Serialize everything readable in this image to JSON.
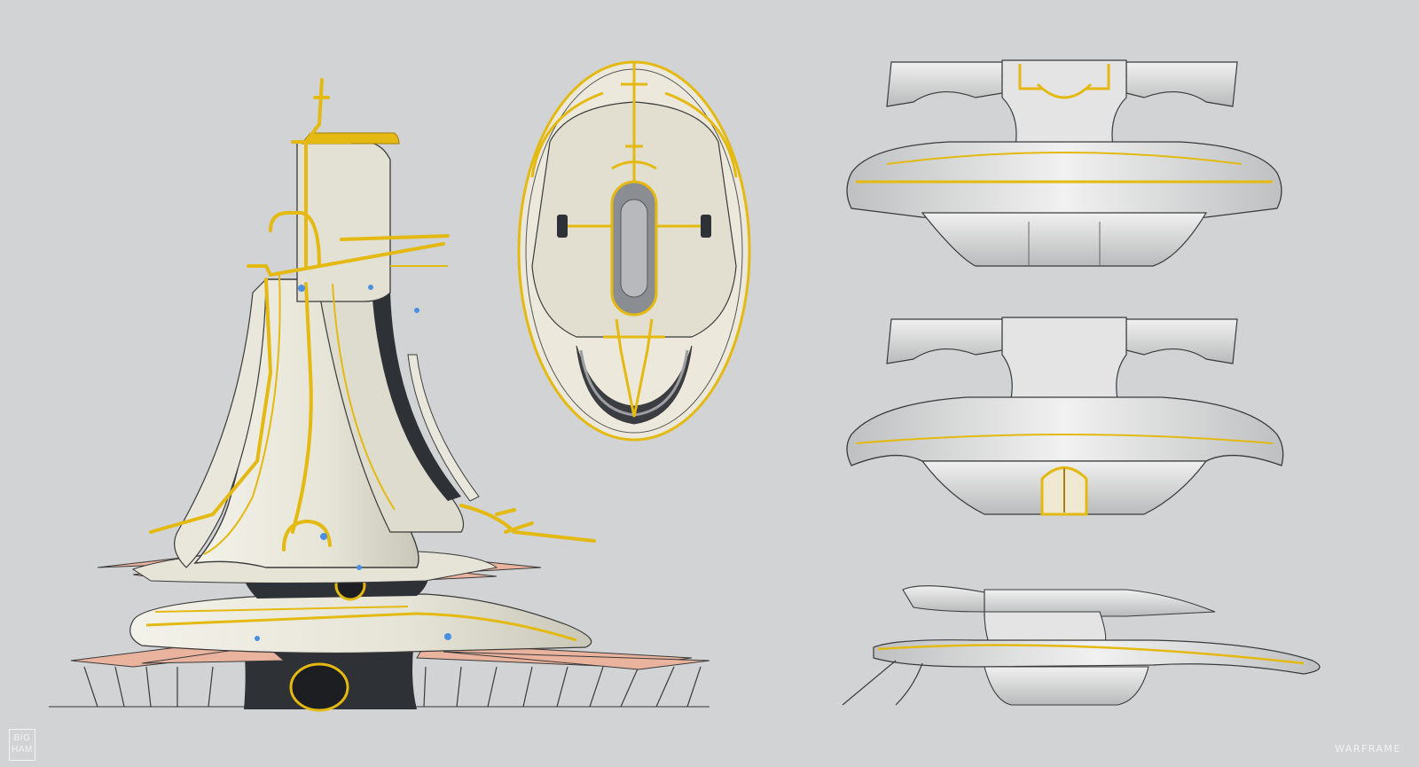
{
  "colors": {
    "background": "#d2d3d5",
    "hull_light": "#e9e7db",
    "hull_grey": "#c8c9c9",
    "gold": "#e3b912",
    "gold_dark": "#a77f0c",
    "dark": "#2e3136",
    "salmon": "#e9b39d",
    "glow": "#4a8fe0"
  },
  "logos": {
    "left": {
      "line1": "BIG",
      "line2": "HAM"
    },
    "right": "WARFRAME"
  },
  "views": [
    {
      "id": "side-elevation"
    },
    {
      "id": "top-plan"
    },
    {
      "id": "front-elevation"
    },
    {
      "id": "rear-elevation"
    },
    {
      "id": "profile-elevation"
    }
  ]
}
